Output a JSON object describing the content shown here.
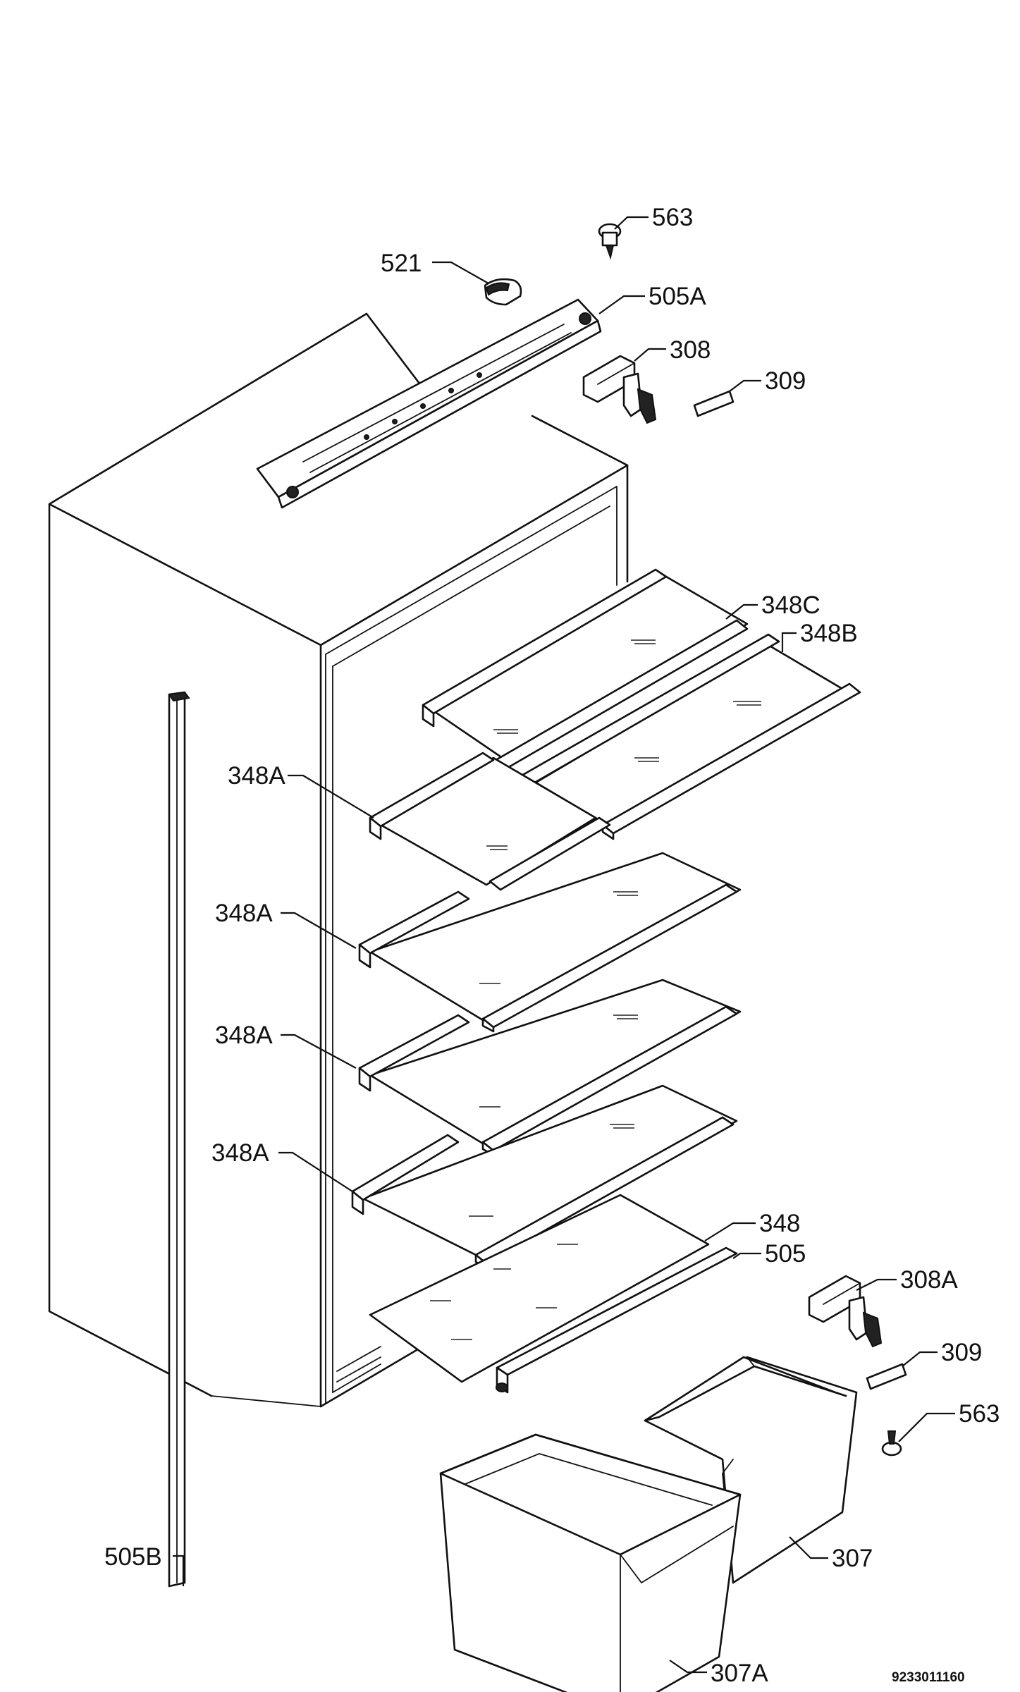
{
  "callouts": [
    {
      "id": "563-top",
      "text": "563"
    },
    {
      "id": "521",
      "text": "521"
    },
    {
      "id": "505A",
      "text": "505A"
    },
    {
      "id": "308",
      "text": "308"
    },
    {
      "id": "309-top",
      "text": "309"
    },
    {
      "id": "348C",
      "text": "348C"
    },
    {
      "id": "348B",
      "text": "348B"
    },
    {
      "id": "348A-1",
      "text": "348A"
    },
    {
      "id": "348A-2",
      "text": "348A"
    },
    {
      "id": "348A-3",
      "text": "348A"
    },
    {
      "id": "348A-4",
      "text": "348A"
    },
    {
      "id": "348",
      "text": "348"
    },
    {
      "id": "505",
      "text": "505"
    },
    {
      "id": "308A",
      "text": "308A"
    },
    {
      "id": "309-bottom",
      "text": "309"
    },
    {
      "id": "563-bottom",
      "text": "563"
    },
    {
      "id": "307",
      "text": "307"
    },
    {
      "id": "307A",
      "text": "307A"
    },
    {
      "id": "505B",
      "text": "505B"
    }
  ],
  "drawing_number": "9233011160"
}
